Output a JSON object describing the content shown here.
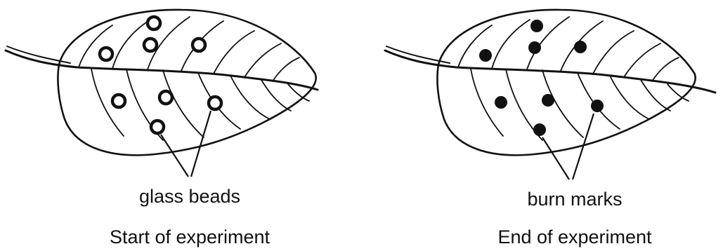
{
  "left_panel": {
    "pointer_label": "glass beads",
    "caption": "Start of experiment",
    "marker_style": "hollow-circle"
  },
  "right_panel": {
    "pointer_label": "burn marks",
    "caption": "End of experiment",
    "marker_style": "filled-dot"
  },
  "colors": {
    "ink": "#111111",
    "background": "#ffffff"
  }
}
